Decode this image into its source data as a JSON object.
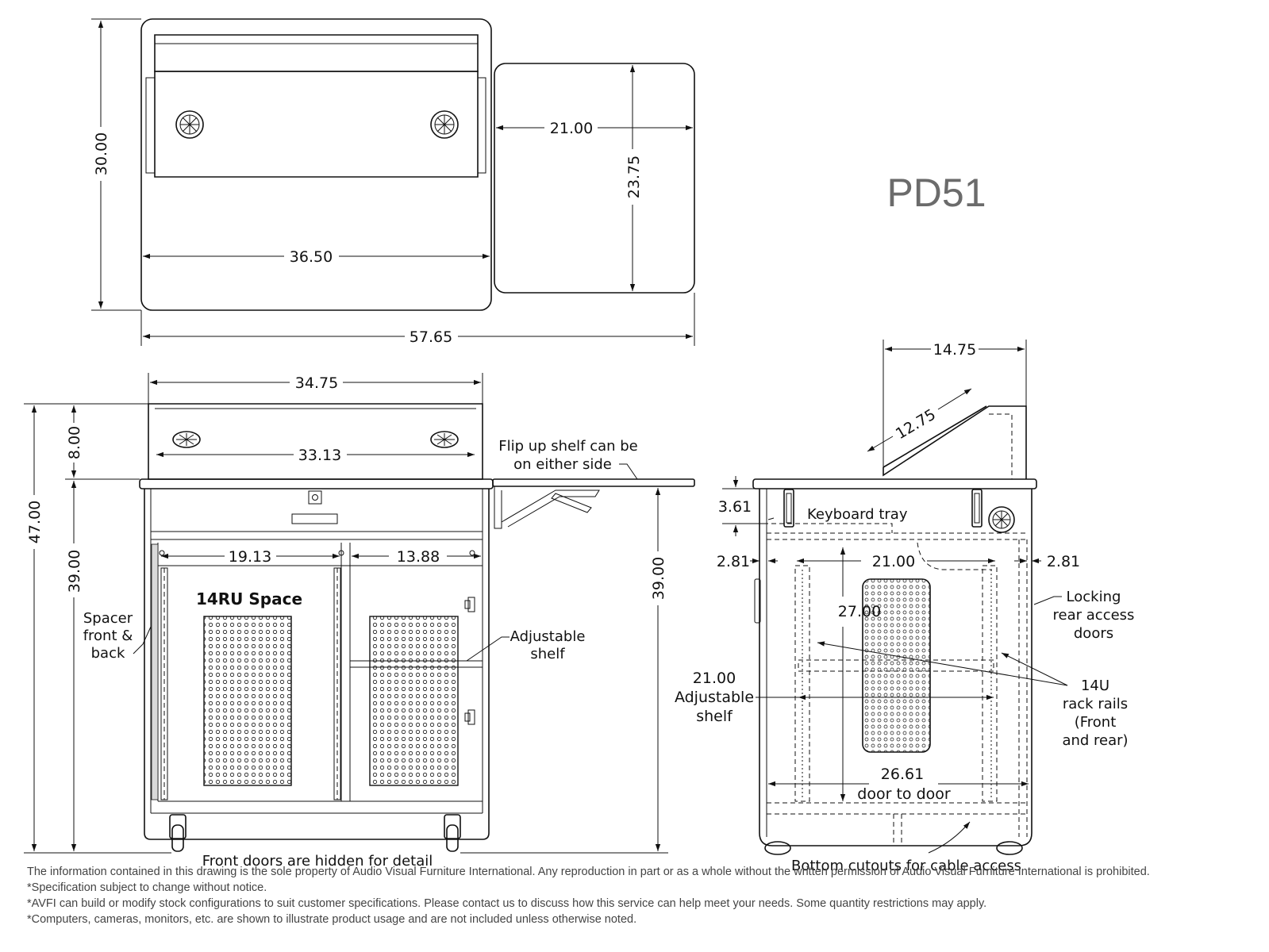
{
  "model": "PD51",
  "dimensions": {
    "top_depth": "30.00",
    "top_width": "36.50",
    "shelf_width": "21.00",
    "shelf_depth": "23.75",
    "overall_width": "57.65",
    "front_width": "34.75",
    "inner_width": "33.13",
    "riser_height": "8.00",
    "total_height": "47.00",
    "body_height_left": "39.00",
    "body_height_right": "39.00",
    "bay_left": "19.13",
    "bay_right": "13.88",
    "side_depth": "14.75",
    "slope": "12.75",
    "keyboard_gap": "3.61",
    "side_left": "2.81",
    "side_right": "2.81",
    "rack_width": "21.00",
    "rack_height": "27.00",
    "door_to_door_value": "26.61",
    "door_to_door_label": "door to door",
    "adj_shelf_value": "21.00",
    "adj_shelf_word1": "Adjustable",
    "adj_shelf_word2": "shelf"
  },
  "labels": {
    "flip_shelf_1": "Flip up shelf can be",
    "flip_shelf_2": "on either side",
    "space": "14RU Space",
    "spacer_1": "Spacer",
    "spacer_2": "front &",
    "spacer_3": "back",
    "adjustable_1": "Adjustable",
    "adjustable_2": "shelf",
    "front_doors": "Front doors are hidden for detail",
    "keyboard_tray": "Keyboard tray",
    "locking_1": "Locking",
    "locking_2": "rear access",
    "locking_3": "doors",
    "rails_1": "14U",
    "rails_2": "rack rails",
    "rails_3": "(Front",
    "rails_4": "and rear)",
    "cutouts": "Bottom cutouts for cable access"
  },
  "footer": {
    "line1": "The information contained in this drawing is the sole property of Audio Visual Furniture International. Any reproduction in part or as a whole without the written permission of Audio Visual Furniture International is prohibited.",
    "line2": "*Specification subject to change without notice.",
    "line3": "*AVFI can build or modify stock configurations to suit customer specifications. Please contact us to discuss how this service can help meet your needs. Some quantity restrictions may apply.",
    "line4": "*Computers, cameras, monitors, etc. are shown to illustrate product usage and are not included unless otherwise noted."
  }
}
